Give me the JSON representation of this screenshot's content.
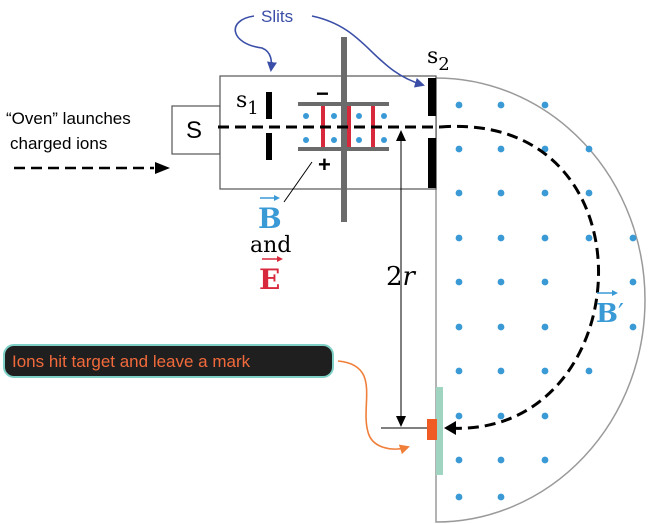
{
  "labels": {
    "slits": "Slits",
    "s1": "s",
    "s1_sub": "1",
    "s2": "s",
    "s2_sub": "2",
    "source": "S",
    "oven_line1": "“Oven” launches",
    "oven_line2": "charged ions",
    "minus": "−",
    "plus": "+",
    "b_field": "B",
    "and": "and",
    "e_field": "E",
    "two_r": "2",
    "r": "r",
    "b_prime": "B",
    "prime_mark": "′",
    "callout": "Ions hit target and leave a mark"
  },
  "colors": {
    "b_field": "#3a9ad6",
    "e_field": "#d8283c",
    "slits_label": "#3a4ea8",
    "callout_text": "#f26a3b",
    "callout_bg": "#1f1f1f",
    "callout_border": "#7fd0c6",
    "target_mark": "#f05a23",
    "target_plate": "#9ed4c0",
    "arrow_orange": "#f07f3a",
    "selector_bars": "#6b6b6b"
  }
}
